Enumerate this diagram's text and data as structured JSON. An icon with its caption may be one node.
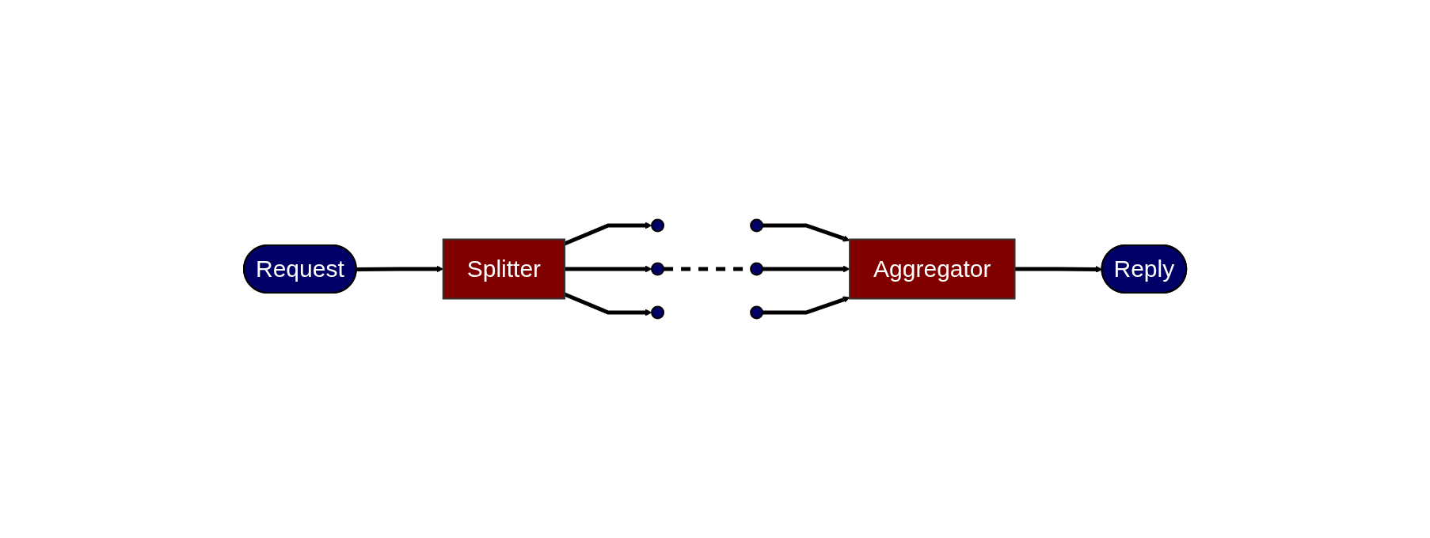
{
  "diagram": {
    "nodes": [
      {
        "text": [
          "Request"
        ]
      },
      {
        "text": [
          "Splitter"
        ]
      },
      {
        "text": [],
        "shape": "circle"
      },
      {
        "text": [],
        "shape": "circle"
      },
      {
        "text": [],
        "shape": "circle"
      },
      {
        "text": [],
        "shape": "circle"
      },
      {
        "text": [],
        "shape": "circle"
      },
      {
        "text": [],
        "shape": "circle"
      },
      {
        "text": [
          "Aggregator"
        ]
      },
      {
        "text": [
          "Reply"
        ]
      }
    ],
    "edges": [
      {
        "from": 0,
        "to": 1,
        "arrow": "to"
      },
      {
        "from": 1,
        "to": 2,
        "arrow": "to"
      },
      {
        "from": 1,
        "to": 3,
        "arrow": "to"
      },
      {
        "from": 1,
        "to": 4,
        "arrow": "to"
      },
      {
        "from": 3,
        "to": 6,
        "arrow": "none",
        "style": "dashed"
      },
      {
        "from": 5,
        "to": 8,
        "arrow": "to"
      },
      {
        "from": 6,
        "to": 8,
        "arrow": "to"
      },
      {
        "from": 7,
        "to": 8,
        "arrow": "to"
      },
      {
        "from": 8,
        "to": 9,
        "arrow": "to"
      }
    ]
  }
}
